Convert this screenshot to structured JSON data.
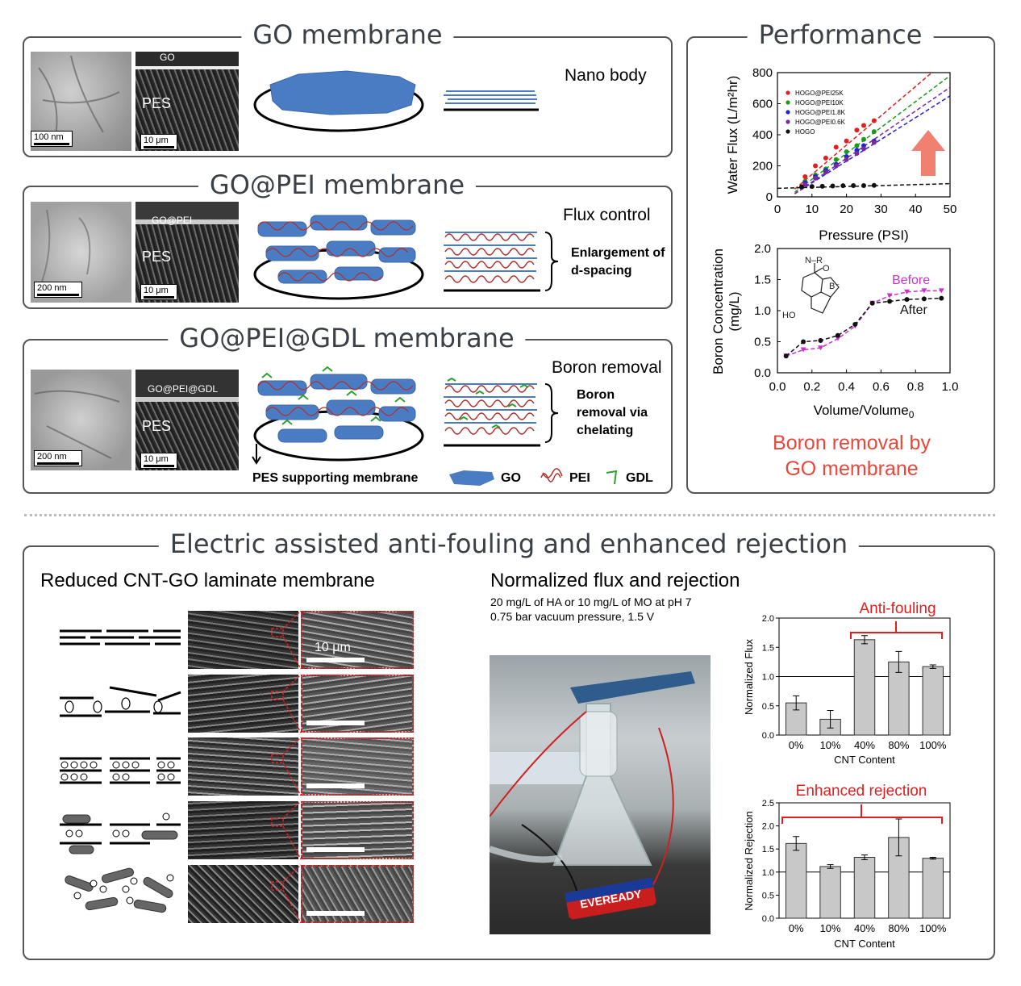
{
  "go_panel": {
    "title": "GO membrane",
    "scale_tem": "100 nm",
    "sem_layer": "GO",
    "sem_substrate": "PES",
    "scale_sem": "10 μm",
    "role": "Nano body"
  },
  "gopei_panel": {
    "title": "GO@PEI membrane",
    "scale_tem": "200 nm",
    "sem_layer": "GO@PEI",
    "sem_substrate": "PES",
    "scale_sem": "10 μm",
    "role": "Flux control",
    "note": "Enlargement of d-spacing"
  },
  "gopeigdl_panel": {
    "title": "GO@PEI@GDL membrane",
    "scale_tem": "200 nm",
    "sem_layer": "GO@PEI@GDL",
    "sem_substrate": "PES",
    "scale_sem": "10 μm",
    "role": "Boron removal",
    "note": "Boron removal via chelating",
    "support_label": "PES supporting membrane",
    "legend": [
      {
        "name": "GO",
        "color": "#4a7cc4"
      },
      {
        "name": "PEI",
        "color": "#b0302c"
      },
      {
        "name": "GDL",
        "color": "#2ca02c"
      }
    ]
  },
  "performance": {
    "title": "Performance",
    "caption_line1": "Boron removal by",
    "caption_line2": "GO membrane",
    "caption_color": "#e8483c"
  },
  "bottom": {
    "title": "Electric assisted anti-fouling and enhanced rejection",
    "left_heading": "Reduced CNT-GO laminate membrane",
    "sem_scale": "10 μm",
    "right_heading": "Normalized flux and rejection",
    "condition1": "20 mg/L of HA or 10 mg/L of MO at pH 7",
    "condition2": "0.75 bar vacuum pressure, 1.5 V",
    "battery_label": "EVEREADY",
    "annot_flux": "Anti-fouling",
    "annot_rej": "Enhanced rejection"
  },
  "chart_data": [
    {
      "type": "scatter",
      "xlabel": "Pressure (PSI)",
      "ylabel": "Water Flux (L/m²hr)",
      "xlim": [
        0,
        50
      ],
      "ylim": [
        0,
        800
      ],
      "xticks": [
        0,
        10,
        20,
        30,
        40,
        50
      ],
      "yticks": [
        0,
        200,
        400,
        600,
        800
      ],
      "legend_position": "top-left",
      "series": [
        {
          "name": "HOGO@PEI25K",
          "color": "#e02020",
          "x": [
            8,
            11,
            14,
            17,
            20,
            23,
            25,
            28
          ],
          "y": [
            130,
            200,
            250,
            320,
            360,
            430,
            460,
            490
          ],
          "fit": [
            [
              5,
              50
            ],
            [
              45,
              805
            ]
          ]
        },
        {
          "name": "HOGO@PEI10K",
          "color": "#1a9a1a",
          "x": [
            8,
            11,
            14,
            17,
            20,
            23,
            25,
            28
          ],
          "y": [
            100,
            140,
            180,
            240,
            290,
            330,
            370,
            420
          ],
          "fit": [
            [
              5,
              30
            ],
            [
              50,
              780
            ]
          ]
        },
        {
          "name": "HOGO@PEI1.8K",
          "color": "#2020e0",
          "x": [
            8,
            11,
            14,
            17,
            20,
            23,
            25,
            28
          ],
          "y": [
            90,
            130,
            170,
            210,
            260,
            300,
            330,
            360
          ],
          "fit": [
            [
              5,
              20
            ],
            [
              50,
              650
            ]
          ]
        },
        {
          "name": "HOGO@PEI0.6K",
          "color": "#7a2a9a",
          "x": [
            8,
            11,
            14,
            17,
            20,
            23,
            25,
            28
          ],
          "y": [
            80,
            120,
            160,
            200,
            240,
            280,
            310,
            350
          ],
          "fit": [
            [
              5,
              20
            ],
            [
              50,
              705
            ]
          ]
        },
        {
          "name": "HOGO",
          "color": "#111111",
          "x": [
            7,
            10,
            13,
            16,
            19,
            22,
            25,
            28
          ],
          "y": [
            65,
            67,
            68,
            70,
            72,
            73,
            73,
            74
          ],
          "fit": [
            [
              0,
              55
            ],
            [
              50,
              85
            ]
          ]
        }
      ]
    },
    {
      "type": "line",
      "xlabel": "Volume/Volume0",
      "ylabel": "Boron Concentration (mg/L)",
      "xlim": [
        0,
        1.0
      ],
      "ylim": [
        0,
        2.0
      ],
      "xticks": [
        0.0,
        0.2,
        0.4,
        0.6,
        0.8,
        1.0
      ],
      "yticks": [
        0.0,
        0.5,
        1.0,
        1.5,
        2.0
      ],
      "series": [
        {
          "name": "Before",
          "color": "#d030d0",
          "x": [
            0.05,
            0.15,
            0.25,
            0.35,
            0.45,
            0.55,
            0.65,
            0.75,
            0.85,
            0.95
          ],
          "y": [
            0.27,
            0.37,
            0.4,
            0.55,
            0.75,
            1.12,
            1.24,
            1.3,
            1.32,
            1.32
          ]
        },
        {
          "name": "After",
          "color": "#111111",
          "x": [
            0.05,
            0.15,
            0.25,
            0.35,
            0.45,
            0.55,
            0.65,
            0.75,
            0.85,
            0.95
          ],
          "y": [
            0.27,
            0.5,
            0.52,
            0.6,
            0.78,
            1.12,
            1.15,
            1.18,
            1.19,
            1.2
          ]
        }
      ]
    },
    {
      "type": "bar",
      "xlabel": "CNT Content",
      "ylabel": "Normalized Flux",
      "categories": [
        "0%",
        "10%",
        "40%",
        "80%",
        "100%"
      ],
      "values": [
        0.55,
        0.27,
        1.63,
        1.25,
        1.17
      ],
      "errors": [
        0.12,
        0.15,
        0.07,
        0.18,
        0.03
      ],
      "ylim": [
        0,
        2.0
      ],
      "yticks": [
        0.0,
        0.5,
        1.0,
        1.5,
        2.0
      ],
      "reference_line": 1.0,
      "bar_color": "#c8c8c8"
    },
    {
      "type": "bar",
      "xlabel": "CNT Content",
      "ylabel": "Normalized Rejection",
      "categories": [
        "0%",
        "10%",
        "40%",
        "80%",
        "100%"
      ],
      "values": [
        1.62,
        1.12,
        1.32,
        1.75,
        1.3
      ],
      "errors": [
        0.15,
        0.04,
        0.05,
        0.4,
        0.02
      ],
      "ylim": [
        0,
        2.5
      ],
      "yticks": [
        0.0,
        0.5,
        1.0,
        1.5,
        2.0,
        2.5
      ],
      "reference_line": 1.0,
      "bar_color": "#c8c8c8"
    }
  ]
}
